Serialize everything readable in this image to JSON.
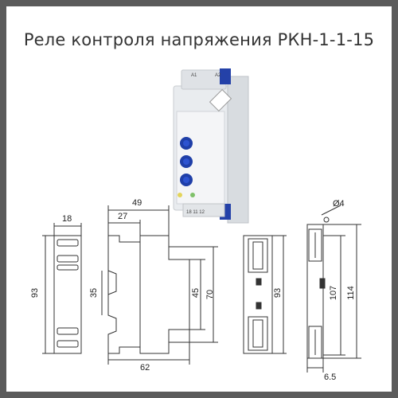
{
  "title": "Реле контроля напряжения РКН-1-1-15",
  "dimensions": {
    "front_width": "18",
    "front_height": "93",
    "side_width": "49",
    "side_inner": "27",
    "side_clip": "35",
    "side_h45": "45",
    "side_h70": "70",
    "side_base": "62",
    "back_height": "93",
    "hole": "Ø4",
    "rear_107": "107",
    "rear_114": "114",
    "rear_65": "6.5"
  },
  "product_labels": {
    "top_a1": "A1",
    "top_a2": "A2",
    "bottom_terms": "18  11  12"
  }
}
